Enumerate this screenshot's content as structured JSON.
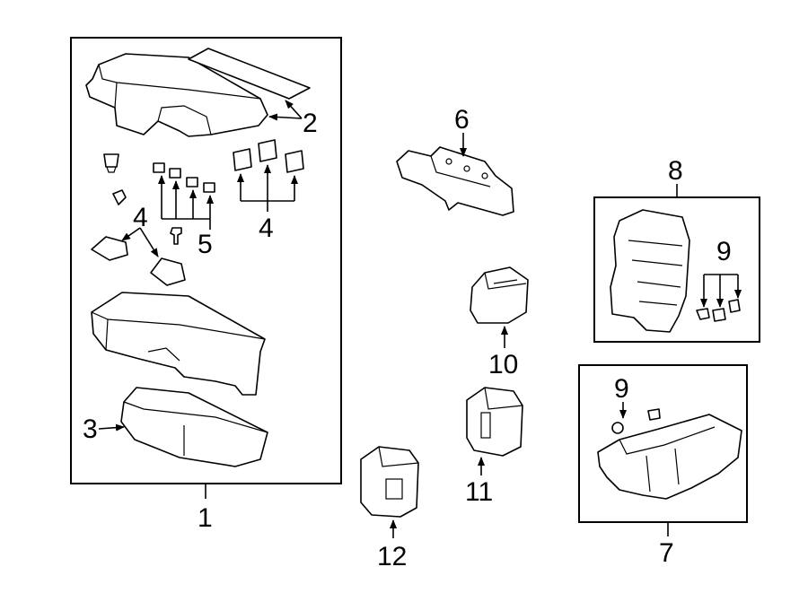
{
  "callouts": {
    "c1": "1",
    "c2": "2",
    "c3": "3",
    "c4a": "4",
    "c4b": "4",
    "c5": "5",
    "c6": "6",
    "c7": "7",
    "c8": "8",
    "c9a": "9",
    "c9b": "9",
    "c10": "10",
    "c11": "11",
    "c12": "12"
  }
}
